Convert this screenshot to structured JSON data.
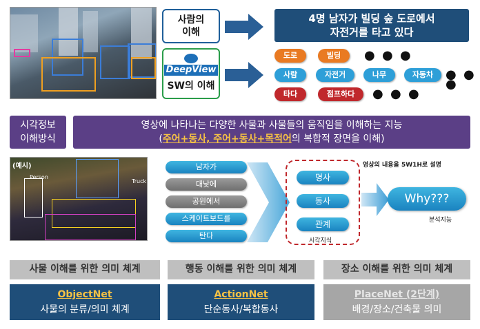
{
  "top": {
    "human_label": "사람의\n이해",
    "sw_logo_text": "DeepView",
    "sw_label": "SW의 이해",
    "sentence": "4명 남자가 빌딩 숲 도로에서\n자전거를 타고 있다",
    "words_row1": [
      "도로",
      "빌딩"
    ],
    "words_row2": [
      "사람",
      "자전거",
      "나무",
      "자동차"
    ],
    "words_row3": [
      "타다",
      "점프하다"
    ],
    "ellipsis": "● ● ●"
  },
  "middle": {
    "method_label": "시각정보\n이해방식",
    "desc_line1": "영상에 나타나는 다양한 사물과 사물들의 움직임을 이해하는 지능",
    "desc_paren_open": "(",
    "desc_highlight": "주어+동사, 주어+동사+목적어",
    "desc_rest": "의 복합적 장면을 이해)"
  },
  "example": {
    "tag": "(예시)",
    "overlay_labels": [
      "Person",
      "Truck"
    ],
    "phrases": [
      "남자가",
      "대낮에",
      "공원에서",
      "스케이트보드를",
      "탄다"
    ],
    "phrase_styles": [
      "blue",
      "gray",
      "gray",
      "blue",
      "blue"
    ],
    "knowledge": [
      "명사",
      "동사",
      "관계"
    ],
    "knowledge_caption": "시각지식",
    "top_caption": "영상의 내용을 5W1H로 설명",
    "why": "Why???",
    "why_caption": "분석지능"
  },
  "bottom": [
    {
      "header": "사물 이해를 위한 의미 체계",
      "name": "ObjectNet",
      "desc": "사물의 분류/의미 체계",
      "active": true
    },
    {
      "header": "행동 이해를 위한 의미 체계",
      "name": "ActionNet",
      "desc": "단순동사/복합동사",
      "active": true
    },
    {
      "header": "장소 이해를 위한 의미 체계",
      "name": "PlaceNet (2단계)",
      "desc": "배경/장소/건축물 의미",
      "active": false
    }
  ],
  "colors": {
    "dark_blue": "#1f4e79",
    "orange": "#e97a22",
    "red": "#c0282c",
    "blue_pill": "#2e9fd8",
    "purple": "#5b3f86",
    "gray_header": "#bfbfbf",
    "inactive": "#a6a6a6"
  }
}
